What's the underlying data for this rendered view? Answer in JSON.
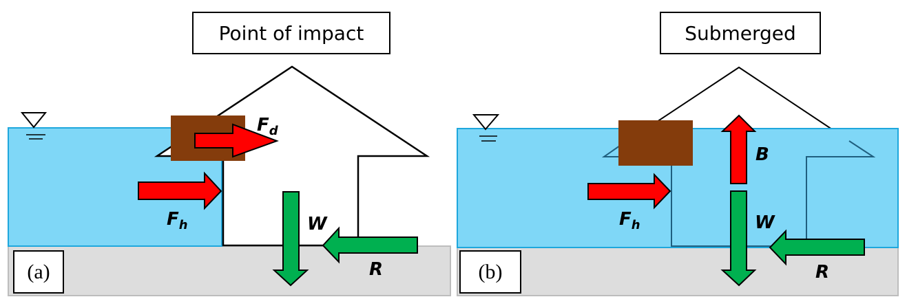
{
  "figure": {
    "colors": {
      "water": "#7fd7f7",
      "water_edge": "#1ea7dd",
      "ground": "#dddddd",
      "ground_edge": "#bdbdbd",
      "debris": "#843c0c",
      "force_red": "#ff0000",
      "force_green": "#00b050",
      "outline": "#000000",
      "submerged_outline": "#1f5f7f"
    },
    "icons": {
      "water_level": "water-level-triangle-icon"
    },
    "panels": [
      {
        "id": "a",
        "title": "Point of impact",
        "panel_label": "(a)",
        "forces": [
          {
            "symbol": "F",
            "subscript": "d",
            "name": "debris impact force",
            "direction": "right",
            "color": "red"
          },
          {
            "symbol": "F",
            "subscript": "h",
            "name": "hydrostatic force",
            "direction": "right",
            "color": "red"
          },
          {
            "symbol": "W",
            "subscript": "",
            "name": "weight",
            "direction": "down",
            "color": "green"
          },
          {
            "symbol": "R",
            "subscript": "",
            "name": "resistance",
            "direction": "left",
            "color": "green"
          }
        ]
      },
      {
        "id": "b",
        "title": "Submerged",
        "panel_label": "(b)",
        "forces": [
          {
            "symbol": "B",
            "subscript": "",
            "name": "buoyancy",
            "direction": "up",
            "color": "red"
          },
          {
            "symbol": "F",
            "subscript": "h",
            "name": "hydrostatic force",
            "direction": "right",
            "color": "red"
          },
          {
            "symbol": "W",
            "subscript": "",
            "name": "weight",
            "direction": "down",
            "color": "green"
          },
          {
            "symbol": "R",
            "subscript": "",
            "name": "resistance",
            "direction": "left",
            "color": "green"
          }
        ]
      }
    ]
  }
}
